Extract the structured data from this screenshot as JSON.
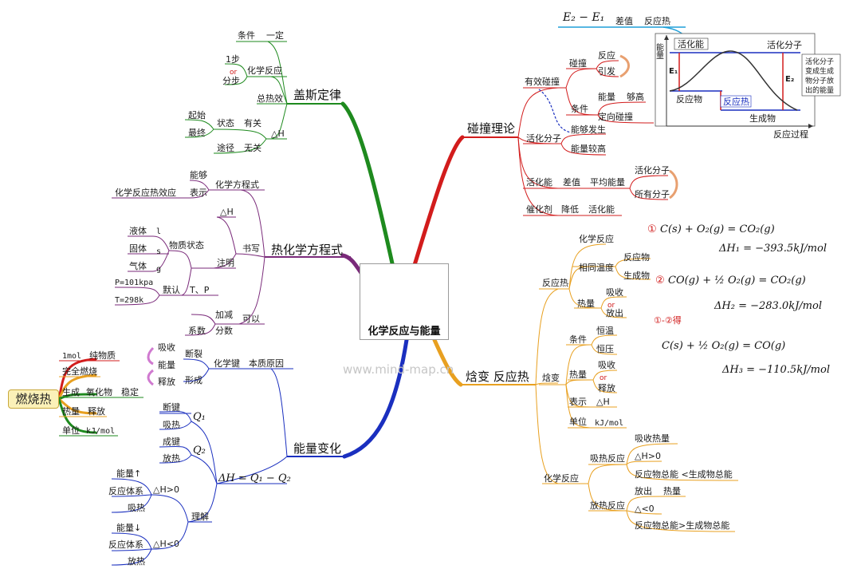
{
  "center": {
    "title": "化学反应与能量"
  },
  "watermark": "www.mind-map.cn",
  "colors": {
    "hess": "#1e8a1e",
    "thermo_eq": "#7a2a7a",
    "energy_change": "#1a2fbf",
    "collision": "#d21c1c",
    "enthalpy": "#e8a020",
    "combustion": "#c8a030"
  },
  "hess": {
    "title": "盖斯定律",
    "cond": "条件",
    "cond_v": "一定",
    "reaction": "化学反应",
    "step1": "1步",
    "or": "or",
    "steps": "分步",
    "total_heat": "总热效",
    "dh": "△H",
    "state": "状态",
    "related": "有关",
    "start": "起始",
    "final": "最终",
    "path": "途径",
    "unrelated": "无关"
  },
  "thermo": {
    "title": "热化学方程式",
    "equation": "化学方程式",
    "able": "能够",
    "show": "表示",
    "heat_effect": "化学反应热效应",
    "write": "书写",
    "dh": "△H",
    "note": "注明",
    "state": "物质状态",
    "liquid": "液体",
    "l": "l",
    "solid": "固体",
    "s": "s",
    "gas": "气体",
    "g": "g",
    "default": "默认",
    "tp": "T、P",
    "p": "P=101kpa",
    "t": "T=298k",
    "can": "可以",
    "add_sub": "加减",
    "coef": "系数",
    "fraction": "分数"
  },
  "energy": {
    "title": "能量变化",
    "chem_bond": "化学键",
    "essence": "本质原因",
    "absorb": "吸收",
    "energy": "能量",
    "release": "释放",
    "break": "断裂",
    "form": "形成",
    "break_bond": "断键",
    "absorb_heat": "吸热",
    "q1": "Q₁",
    "form_bond": "成键",
    "release_heat": "放热",
    "q2": "Q₂",
    "dh_formula": "ΔH = Q₁ − Q₂",
    "understand": "理解",
    "e_up": "能量↑",
    "sys": "反应体系",
    "dh_pos": "△H>0",
    "e_down": "能量↓",
    "dh_neg": "△H<0"
  },
  "combustion": {
    "title": "燃烧热",
    "mol": "1mol",
    "pure": "纯物质",
    "complete": "完全燃烧",
    "produce": "生成",
    "oxide": "氧化物",
    "stable": "稳定",
    "heat": "热量",
    "release": "释放",
    "unit": "单位",
    "unit_v": "kJ/mol"
  },
  "collision": {
    "title": "碰撞理论",
    "effective": "有效碰撞",
    "collide": "碰撞",
    "react": "反应",
    "trigger": "引发",
    "energy": "能量",
    "enough": "够高",
    "cond": "条件",
    "orient": "定向碰撞",
    "can_happen": "能够发生",
    "act_mol": "活化分子",
    "high_e": "能量较高",
    "act_e": "活化能",
    "diff": "差值",
    "avg_e": "平均能量",
    "act_mol2": "活化分子",
    "all_mol": "所有分子",
    "catalyst": "催化剂",
    "lower": "降低",
    "act_e2": "活化能"
  },
  "top": {
    "e2e1": "E₂ − E₁",
    "diff": "差值",
    "heat": "反应热"
  },
  "graph": {
    "y": "能量",
    "act_e": "活化能",
    "act_mol": "活化分子",
    "e1": "E₁",
    "e2": "E₂",
    "react": "反应物",
    "heat": "反应热",
    "product": "生成物",
    "x": "反应过程",
    "note1": "活化分子",
    "note2": "变成生成",
    "note3": "物分子放",
    "note4": "出的能量"
  },
  "enthalpy": {
    "title": "焓变 反应热",
    "rh": "反应热",
    "chem_react": "化学反应",
    "same_t": "相同温度",
    "reactant": "反应物",
    "product": "生成物",
    "heat": "热量",
    "absorb": "吸收",
    "or": "or",
    "release": "放出",
    "hb": "焓变",
    "cond": "条件",
    "const_t": "恒温",
    "const_p": "恒压",
    "heat2": "热量",
    "absorb2": "吸收",
    "or2": "or",
    "release2": "释放",
    "show": "表示",
    "dh": "△H",
    "unit": "单位",
    "unit_v": "kJ/mol",
    "chem_react2": "化学反应",
    "endo": "吸热反应",
    "absorb_heat": "吸收热量",
    "dh_pos": "△H>0",
    "endo_cmp": "反应物总能 <生成物总能",
    "exo": "放热反应",
    "release_h": "放出",
    "heat3": "热量",
    "dh_neg": "△<0",
    "exo_cmp": "反应物总能>生成物总能"
  },
  "equations": {
    "n1": "①",
    "eq1": "C(s) + O₂(g) = CO₂(g)",
    "dh1": "ΔH₁ = −393.5kJ/mol",
    "n2": "②",
    "eq2": "CO(g) + ½ O₂(g) = CO₂(g)",
    "dh2": "ΔH₂ = −283.0kJ/mol",
    "derive": "①-②得",
    "eq3": "C(s) + ½ O₂(g) = CO(g)",
    "dh3": "ΔH₃ = −110.5kJ/mol"
  }
}
